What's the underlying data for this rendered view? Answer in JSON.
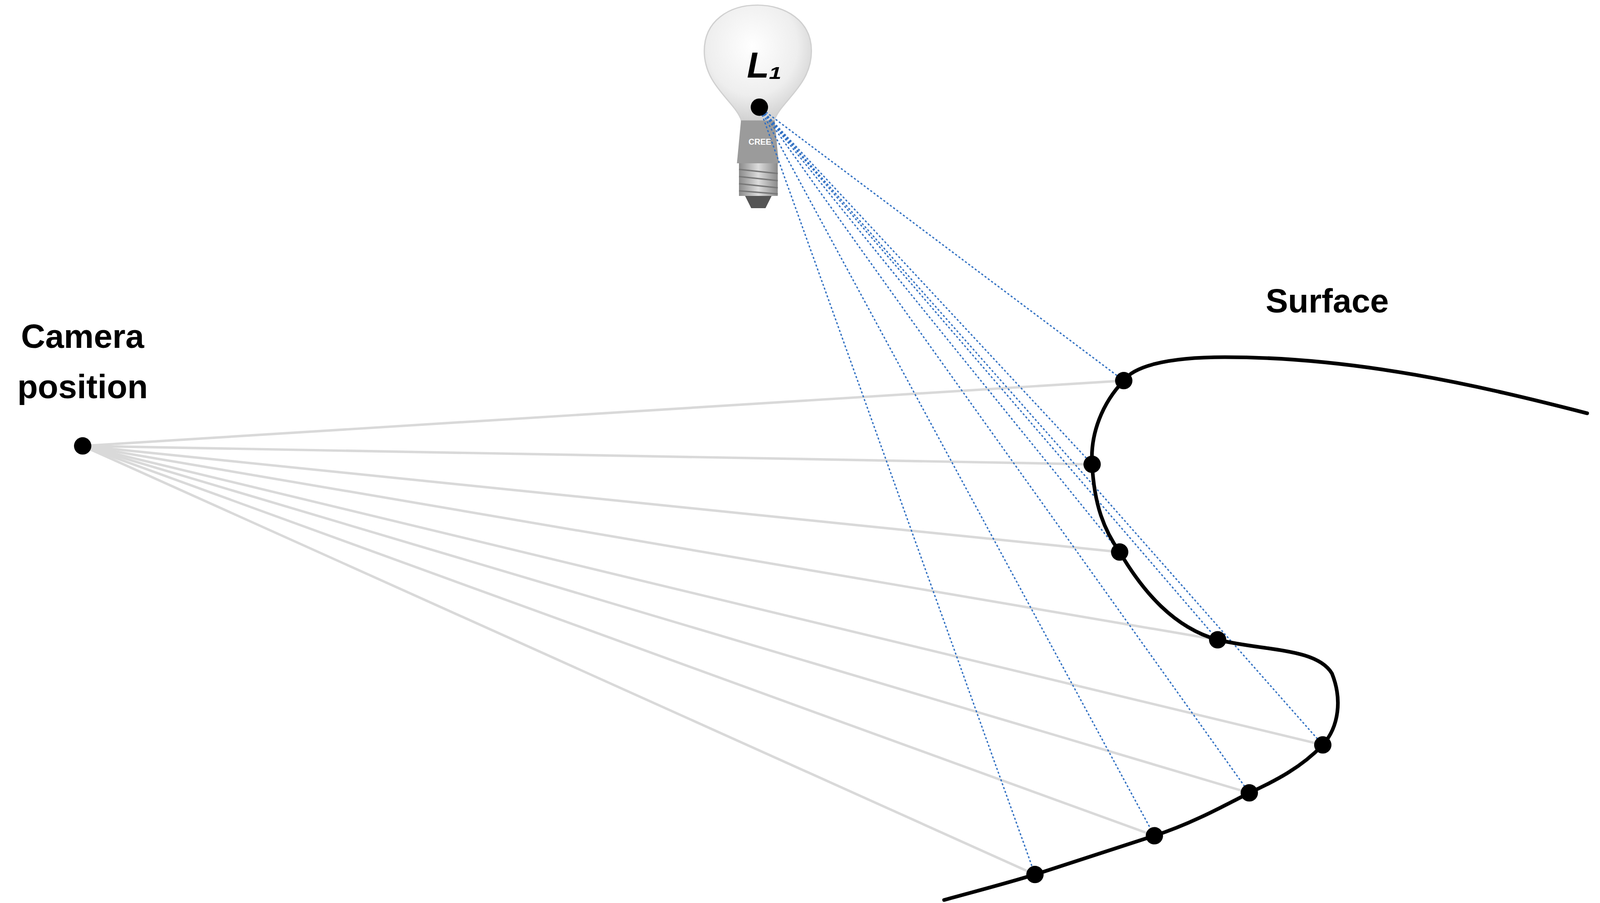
{
  "diagram": {
    "labels": [
      "L₁",
      "CREE",
      "Camera position",
      "Surface"
    ]
  }
}
